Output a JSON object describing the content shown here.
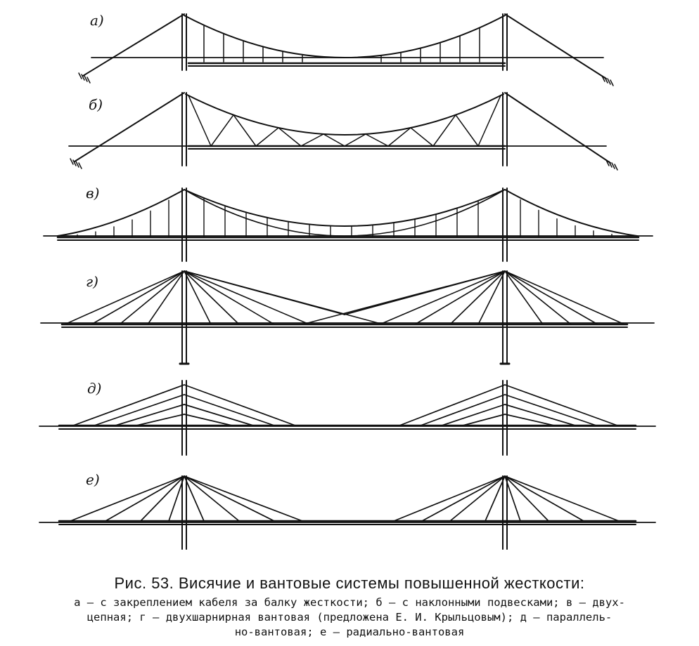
{
  "panels": [
    {
      "id": "a",
      "label": "а)"
    },
    {
      "id": "b",
      "label": "б)"
    },
    {
      "id": "v",
      "label": "в)"
    },
    {
      "id": "g",
      "label": "г)"
    },
    {
      "id": "d",
      "label": "д)"
    },
    {
      "id": "e",
      "label": "е)"
    }
  ],
  "caption": {
    "title": "Рис. 53. Висячие и вантовые системы повышенной жесткости:",
    "line1": "а — с закреплением кабеля за балку жесткости; б — с наклонными подвесками; в — двух-",
    "line2": "цепная; г — двухшарнирная вантовая (предложена Е. И. Крыльцовым); д — параллель-",
    "line3": "но-вантовая; е — радиально-вантовая"
  }
}
